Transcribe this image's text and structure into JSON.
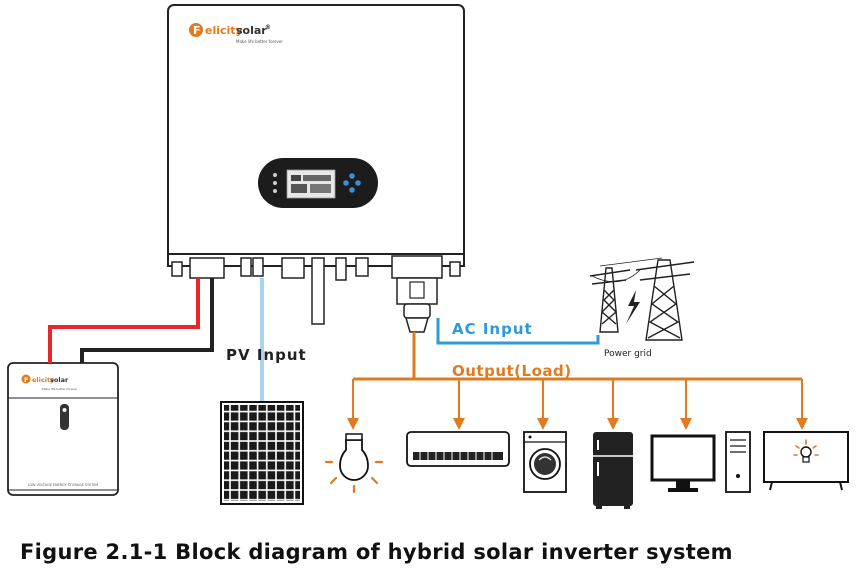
{
  "brand": {
    "name_accent": "F",
    "name_main": "elicity",
    "name_tail": "solar",
    "trademark": "®",
    "tagline": "Make life better forever"
  },
  "battery": {
    "footer_text": "LOW VOLTAGE ENERGY STORAGE SYSTEM"
  },
  "labels": {
    "pv_input": "PV Input",
    "ac_input": "AC Input",
    "output_load": "Output(Load)",
    "power_grid": "Power grid"
  },
  "caption": "Figure 2.1-1 Block diagram of hybrid solar inverter system",
  "colors": {
    "dc_positive": "#e8262b",
    "dc_negative": "#222222",
    "pv_line": "#a9d4ef",
    "ac_input_line": "#2f9ad8",
    "output_line": "#e07b1f",
    "display_panel": "#1c1c1c",
    "button_blue": "#3a8fd8"
  },
  "icons": {
    "inverter": "hybrid-inverter-icon",
    "battery": "battery-pack-icon",
    "solar_panel": "solar-panel-icon",
    "grid": "power-grid-tower-icon",
    "loads": [
      "light-bulb-icon",
      "air-conditioner-icon",
      "washing-machine-icon",
      "refrigerator-icon",
      "computer-icon",
      "tv-icon"
    ]
  }
}
